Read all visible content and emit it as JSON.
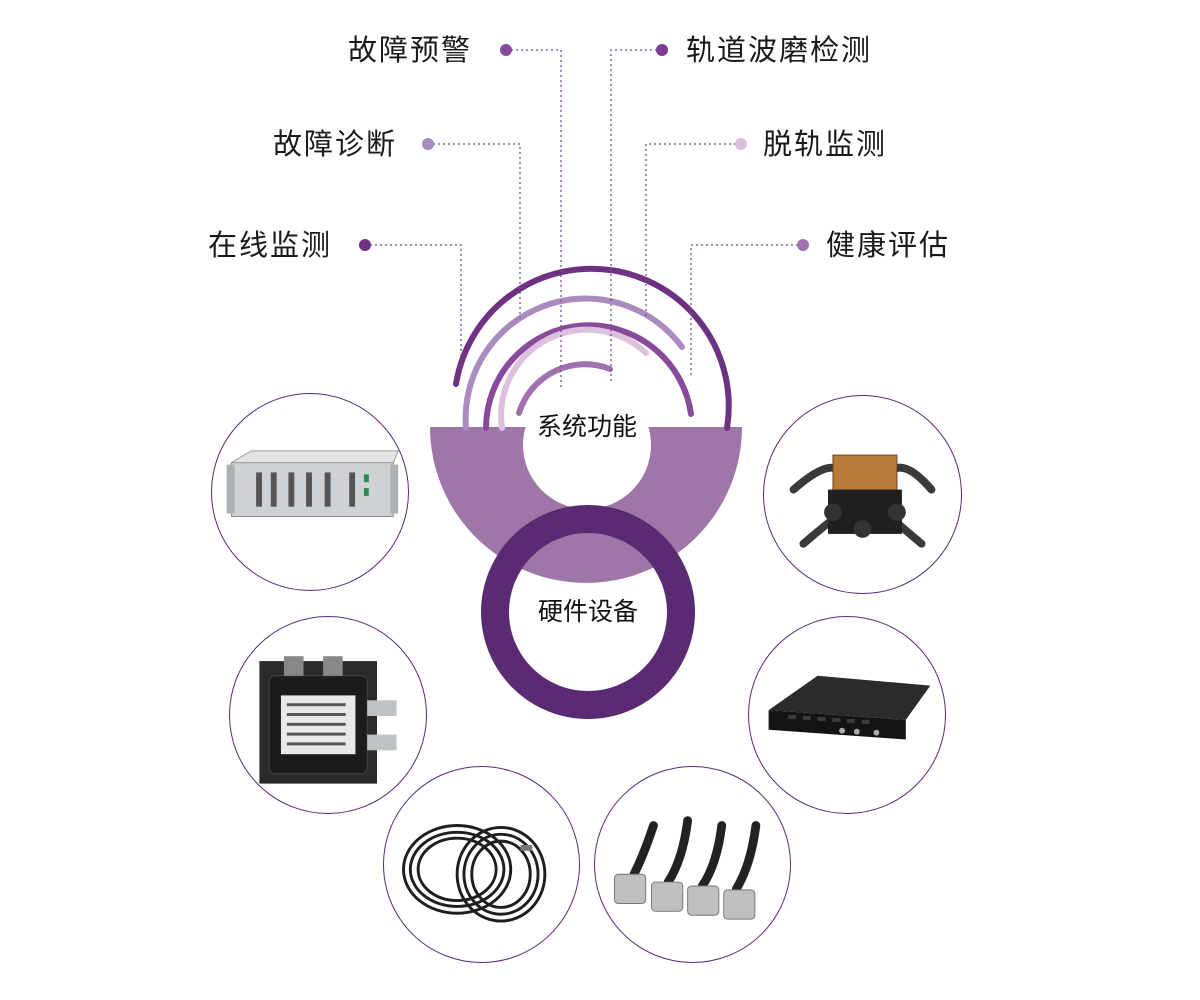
{
  "functions_left": [
    {
      "id": "fault-warning",
      "label": "故障预警",
      "color": "#8a4a9c"
    },
    {
      "id": "fault-diagnosis",
      "label": "故障诊断",
      "color": "#a98bbf"
    },
    {
      "id": "online-monitoring",
      "label": "在线监测",
      "color": "#6e3283"
    }
  ],
  "functions_right": [
    {
      "id": "track-corrugation",
      "label": "轨道波磨检测",
      "color": "#7b3c91"
    },
    {
      "id": "derailment-monitoring",
      "label": "脱轨监测",
      "color": "#dcc0dd"
    },
    {
      "id": "health-assessment",
      "label": "健康评估",
      "color": "#a070b0"
    }
  ],
  "center": {
    "system_label": "系统功能",
    "hardware_label": "硬件设备"
  },
  "colors": {
    "bowl": "#9e76a8",
    "ring": "#5a2a73",
    "arc_1": "#6e3283",
    "arc_2": "#a98bbf",
    "arc_3": "#8a4a9c",
    "arc_4": "#dcc0dd",
    "arc_5": "#a070b0",
    "connector": "#7b4a90"
  },
  "devices": [
    {
      "id": "rack-chassis",
      "icon": "rack-unit-icon"
    },
    {
      "id": "junction-box-top",
      "icon": "junction-box-icon"
    },
    {
      "id": "sensor-hub",
      "icon": "hub-box-icon"
    },
    {
      "id": "control-unit",
      "icon": "black-chassis-icon"
    },
    {
      "id": "cable-coils",
      "icon": "cable-icon"
    },
    {
      "id": "accelerometers",
      "icon": "sensor-probe-icon"
    }
  ]
}
